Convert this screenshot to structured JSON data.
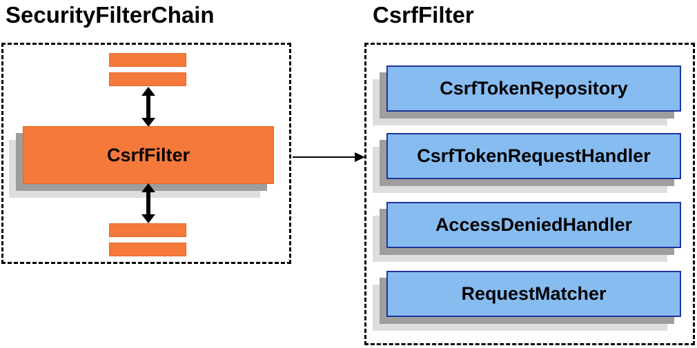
{
  "diagram": {
    "left": {
      "title": "SecurityFilterChain",
      "main_box_label": "CsrfFilter"
    },
    "right": {
      "title": "CsrfFilter",
      "components": [
        "CsrfTokenRepository",
        "CsrfTokenRequestHandler",
        "AccessDeniedHandler",
        "RequestMatcher"
      ]
    },
    "colors": {
      "orange_fill": "#F4793B",
      "orange_border": "#E8661F",
      "blue_fill": "#87BCF1",
      "blue_border": "#1F339E",
      "shadow_dark": "#9E9E9E",
      "shadow_light": "#DEDEDE",
      "arrow_color": "#000000"
    }
  }
}
